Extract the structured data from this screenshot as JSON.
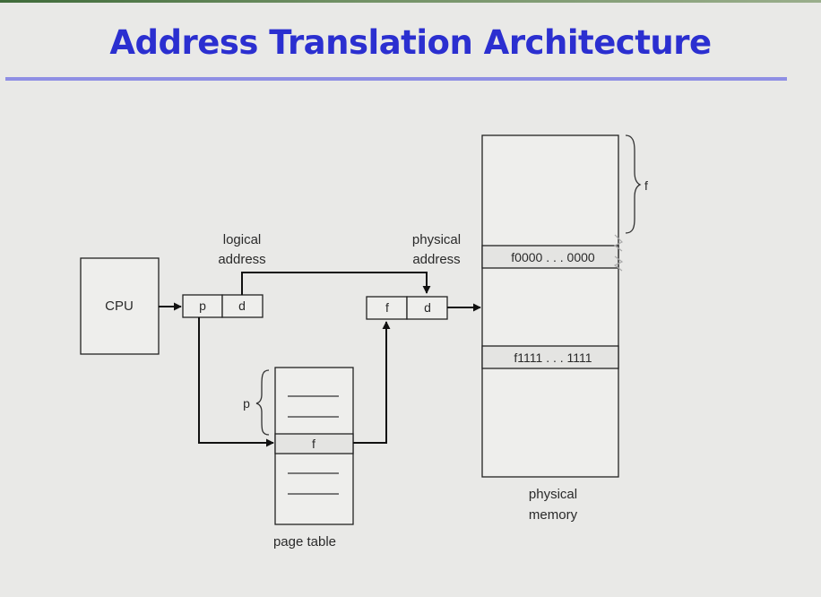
{
  "slide": {
    "title": "Address Translation Architecture"
  },
  "diagram": {
    "cpu": "CPU",
    "logical_address_line1": "logical",
    "logical_address_line2": "address",
    "physical_address_line1": "physical",
    "physical_address_line2": "address",
    "logical_p": "p",
    "logical_d": "d",
    "physical_f": "f",
    "physical_d": "d",
    "page_table_p": "p",
    "page_table_entry_f": "f",
    "page_table_label": "page table",
    "memory_f": "f",
    "frame_start": "f0000 . . . 0000",
    "frame_end": "f1111 . . . 1111",
    "physical_memory_line1": "physical",
    "physical_memory_line2": "memory"
  },
  "colors": {
    "title": "#2b2fd0",
    "rule": "#8f8fe4",
    "background": "#e9e9e7"
  }
}
